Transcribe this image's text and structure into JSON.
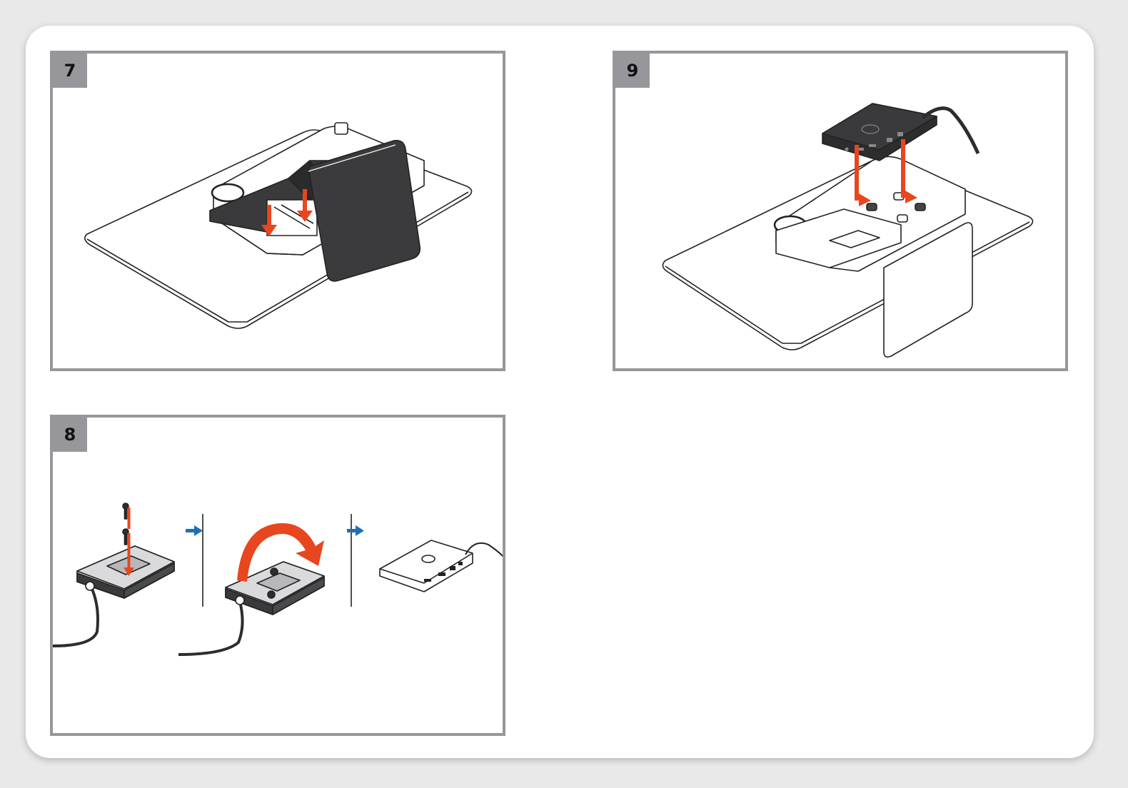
{
  "steps": [
    {
      "number": "7"
    },
    {
      "number": "8"
    },
    {
      "number": "9"
    }
  ],
  "colors": {
    "accent_arrow": "#e8461f",
    "step_arrow": "#1f6fb7",
    "panel_border": "#97979b",
    "dock_dark": "#2d2d2f",
    "background": "#e9e9ea"
  },
  "icons": [
    "dell-logo",
    "down-arrow",
    "rotate-arrow",
    "next-step-arrow",
    "usb-dock",
    "power-cable",
    "screw"
  ]
}
